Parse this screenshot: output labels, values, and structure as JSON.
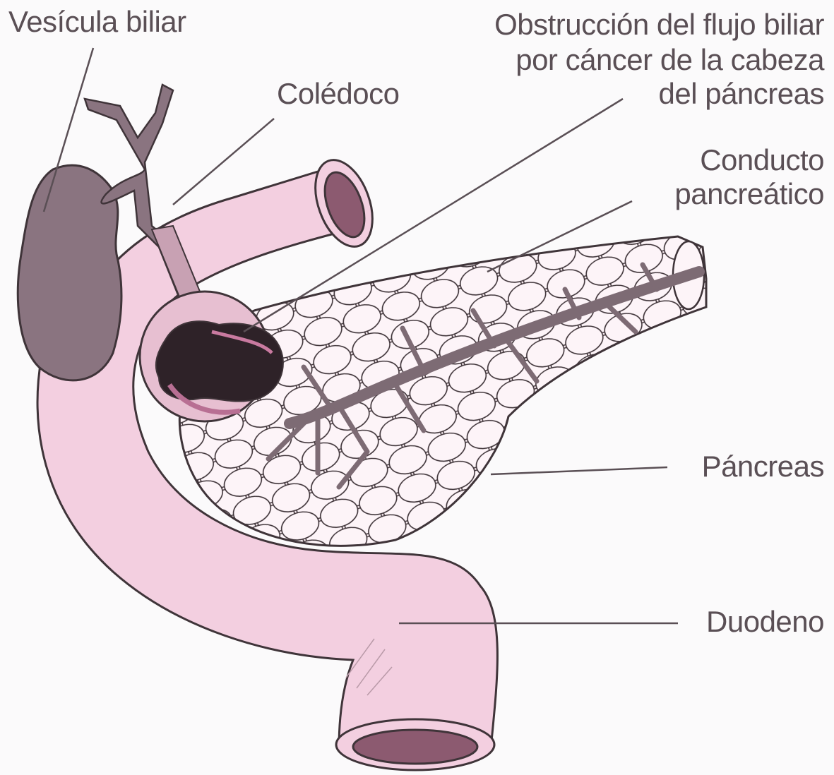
{
  "labels": {
    "gallbladder": "Vesícula biliar",
    "obstruction": [
      "Obstrucción del flujo biliar",
      "por cáncer de la cabeza",
      "del páncreas"
    ],
    "common_bile_duct": "Colédoco",
    "pancreatic_duct": [
      "Conducto",
      "pancreático"
    ],
    "pancreas": "Páncreas",
    "duodenum": "Duodeno"
  },
  "colors": {
    "background": "#fbfafb",
    "duodenum_fill": "#f3cfe0",
    "pancreas_fill": "#fbeef3",
    "outline": "#3f3439",
    "gallbladder_fill": "#8a7480",
    "duct_fill": "#7d6b74",
    "tumor_fill": "#2e2228",
    "lumen_fill": "#8c5a70",
    "text": "#5a4f55"
  }
}
